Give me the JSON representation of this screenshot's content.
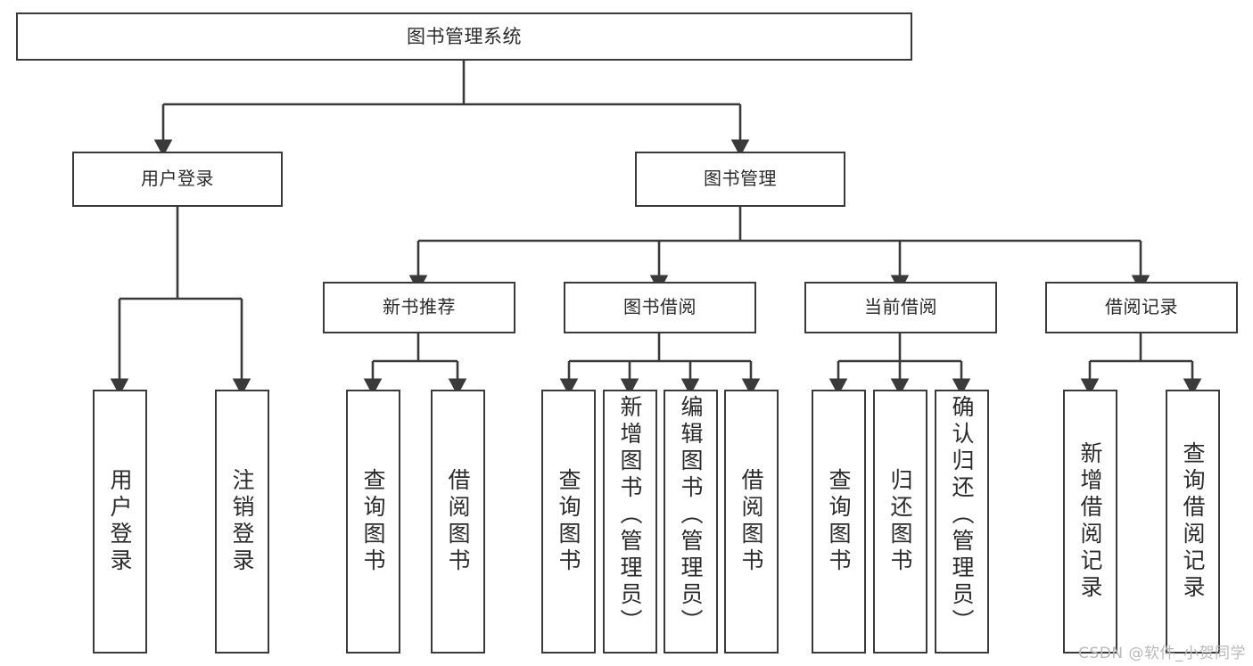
{
  "diagram": {
    "title": "图书管理系统",
    "type": "function-structure-tree",
    "watermark": "CSDN @软件_小贺同学",
    "colors": {
      "background": "#ffffff",
      "box_border": "#3a3a3a",
      "edge": "#3a3a3a",
      "text": "#2b2b2b",
      "watermark": "#b9b9b9"
    },
    "root": {
      "id": "root",
      "label": "图书管理系统"
    },
    "level2": [
      {
        "id": "user-login",
        "label": "用户登录"
      },
      {
        "id": "book-manage",
        "label": "图书管理"
      }
    ],
    "level3": [
      {
        "id": "new-book-recommend",
        "label": "新书推荐"
      },
      {
        "id": "book-borrow",
        "label": "图书借阅"
      },
      {
        "id": "current-borrow",
        "label": "当前借阅"
      },
      {
        "id": "borrow-record",
        "label": "借阅记录"
      }
    ],
    "leaves": {
      "user_login": [
        {
          "id": "leaf-user-login",
          "label": "用户登录"
        },
        {
          "id": "leaf-logout",
          "label": "注销登录"
        }
      ],
      "new_book_recommend": [
        {
          "id": "leaf-query-book-1",
          "label": "查询图书"
        },
        {
          "id": "leaf-borrow-book-1",
          "label": "借阅图书"
        }
      ],
      "book_borrow": [
        {
          "id": "leaf-query-book-2",
          "label": "查询图书"
        },
        {
          "id": "leaf-add-book",
          "label": "新增图书（管理员）"
        },
        {
          "id": "leaf-edit-book",
          "label": "编辑图书（管理员）"
        },
        {
          "id": "leaf-borrow-book-2",
          "label": "借阅图书"
        }
      ],
      "current_borrow": [
        {
          "id": "leaf-query-book-3",
          "label": "查询图书"
        },
        {
          "id": "leaf-return-book",
          "label": "归还图书"
        },
        {
          "id": "leaf-confirm-return",
          "label": "确认归还（管理员）"
        }
      ],
      "borrow_record": [
        {
          "id": "leaf-add-record",
          "label": "新增借阅记录"
        },
        {
          "id": "leaf-query-record",
          "label": "查询借阅记录"
        }
      ]
    }
  }
}
